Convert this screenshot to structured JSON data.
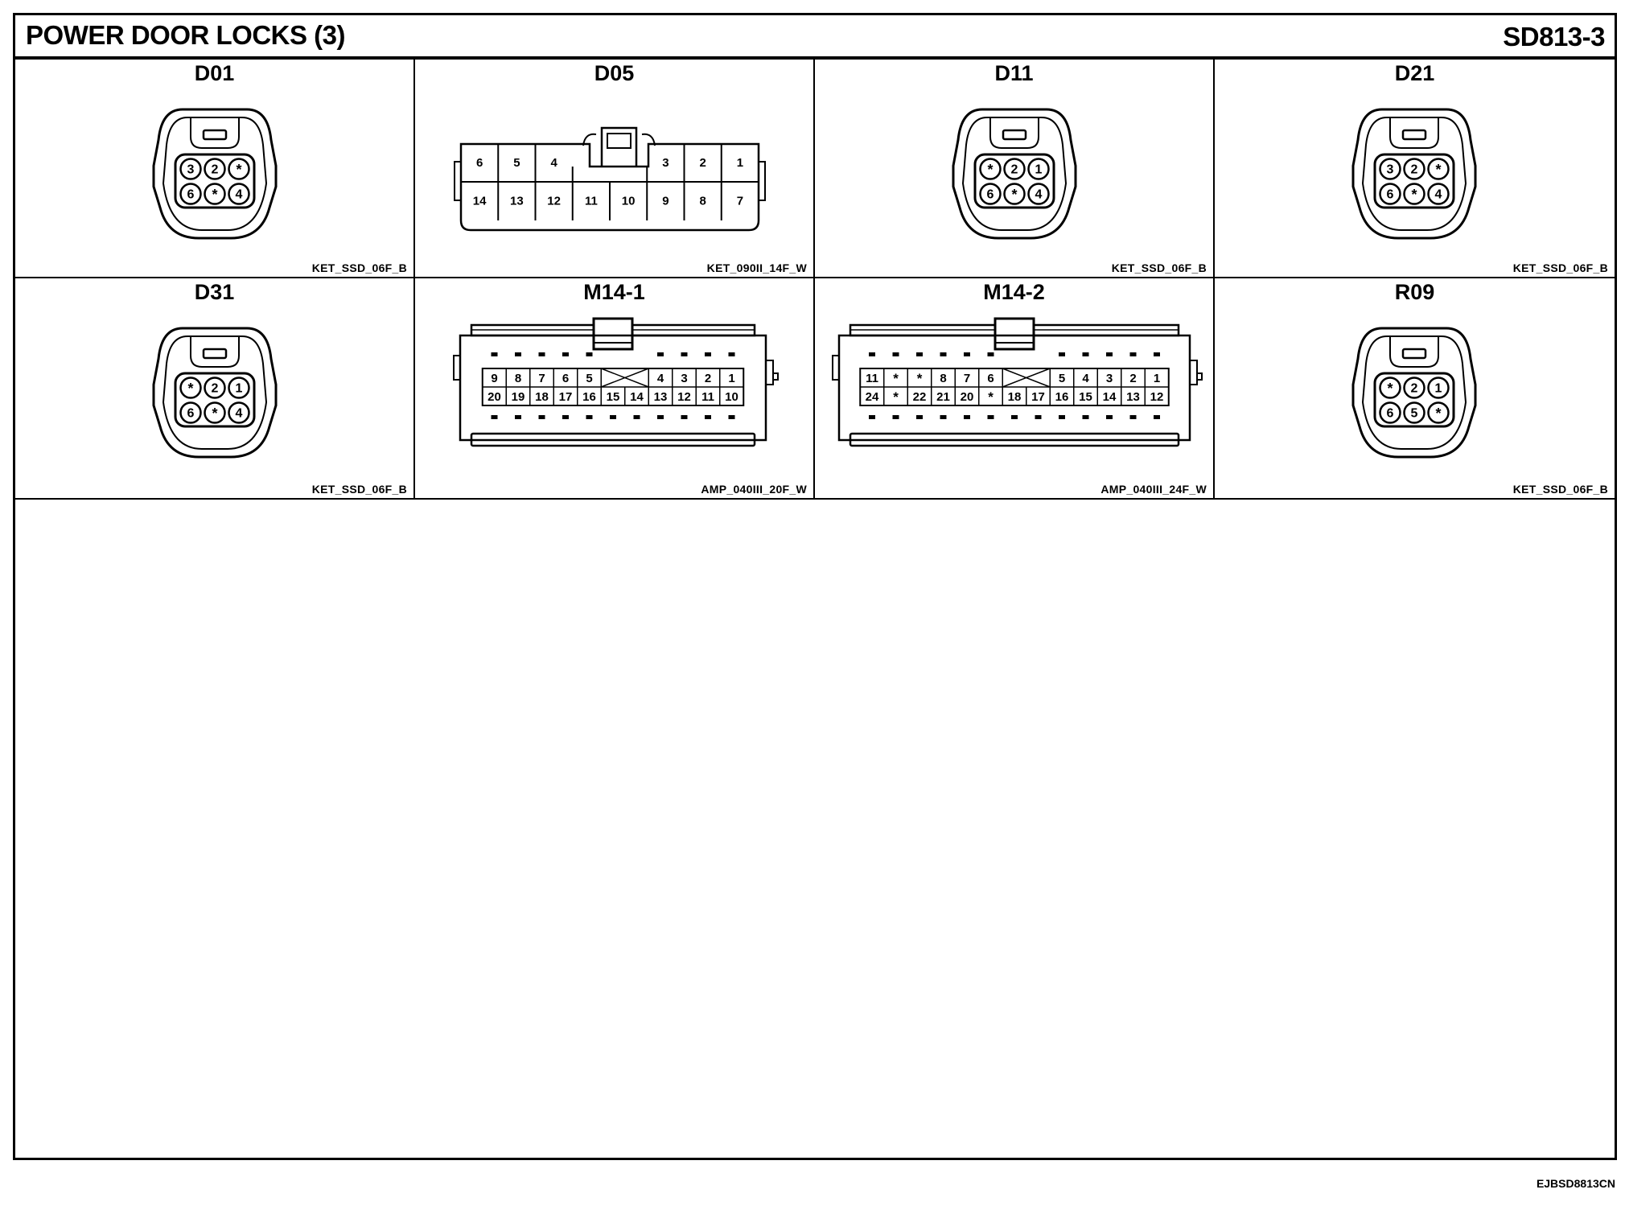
{
  "header": {
    "title": "POWER DOOR LOCKS (3)",
    "page_code": "SD813-3"
  },
  "footer": {
    "doc_code": "EJBSD8813CN"
  },
  "connectors": [
    {
      "id": "D01",
      "title": "D01",
      "part_no": "KET_SSD_06F_B",
      "type": "ssd6",
      "pins_top": [
        "3",
        "2",
        "*"
      ],
      "pins_bottom": [
        "6",
        "*",
        "4"
      ]
    },
    {
      "id": "D05",
      "title": "D05",
      "part_no": "KET_090II_14F_W",
      "type": "ket14",
      "pins_top": [
        "6",
        "5",
        "4",
        "",
        "",
        "3",
        "2",
        "1"
      ],
      "pins_bottom": [
        "14",
        "13",
        "12",
        "11",
        "10",
        "9",
        "8",
        "7"
      ]
    },
    {
      "id": "D11",
      "title": "D11",
      "part_no": "KET_SSD_06F_B",
      "type": "ssd6",
      "pins_top": [
        "*",
        "2",
        "1"
      ],
      "pins_bottom": [
        "6",
        "*",
        "4"
      ]
    },
    {
      "id": "D21",
      "title": "D21",
      "part_no": "KET_SSD_06F_B",
      "type": "ssd6",
      "pins_top": [
        "3",
        "2",
        "*"
      ],
      "pins_bottom": [
        "6",
        "*",
        "4"
      ]
    },
    {
      "id": "D31",
      "title": "D31",
      "part_no": "KET_SSD_06F_B",
      "type": "ssd6",
      "pins_top": [
        "*",
        "2",
        "1"
      ],
      "pins_bottom": [
        "6",
        "*",
        "4"
      ]
    },
    {
      "id": "M14-1",
      "title": "M14-1",
      "part_no": "AMP_040III_20F_W",
      "type": "amp20",
      "pins_top": [
        "9",
        "8",
        "7",
        "6",
        "5",
        "X",
        "X",
        "4",
        "3",
        "2",
        "1"
      ],
      "pins_bottom": [
        "20",
        "19",
        "18",
        "17",
        "16",
        "15",
        "14",
        "13",
        "12",
        "11",
        "10"
      ]
    },
    {
      "id": "M14-2",
      "title": "M14-2",
      "part_no": "AMP_040III_24F_W",
      "type": "amp24",
      "pins_top": [
        "11",
        "*",
        "*",
        "8",
        "7",
        "6",
        "X",
        "X",
        "5",
        "4",
        "3",
        "2",
        "1"
      ],
      "pins_bottom": [
        "24",
        "*",
        "22",
        "21",
        "20",
        "*",
        "18",
        "17",
        "16",
        "15",
        "14",
        "13",
        "12"
      ]
    },
    {
      "id": "R09",
      "title": "R09",
      "part_no": "KET_SSD_06F_B",
      "type": "ssd6",
      "pins_top": [
        "*",
        "2",
        "1"
      ],
      "pins_bottom": [
        "6",
        "5",
        "*"
      ]
    }
  ]
}
